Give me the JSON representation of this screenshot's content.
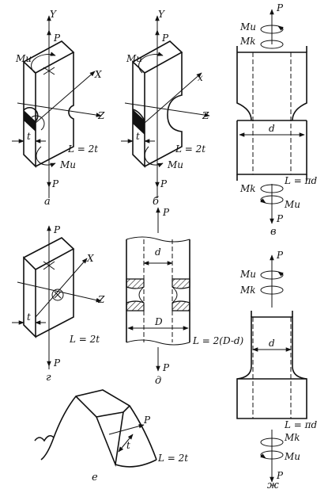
{
  "labels": {
    "P": "P",
    "Mi": "Mu",
    "Mk": "Mk",
    "X": "X",
    "Y": "Y",
    "Z": "Z",
    "x_lower": "x",
    "t": "t",
    "d": "d",
    "D": "D"
  },
  "panels": {
    "a": {
      "caption": "а",
      "length": "L = 2t"
    },
    "b": {
      "caption": "б",
      "length": "L = 2t"
    },
    "v": {
      "caption": "в",
      "length": "L = πd"
    },
    "g": {
      "caption": "г",
      "length": "L = 2t"
    },
    "d": {
      "caption": "д",
      "length": "L = 2(D-d)"
    },
    "e": {
      "caption": "е",
      "length": "L = 2t"
    },
    "zh": {
      "caption": "ж",
      "length": "L = πd"
    }
  }
}
